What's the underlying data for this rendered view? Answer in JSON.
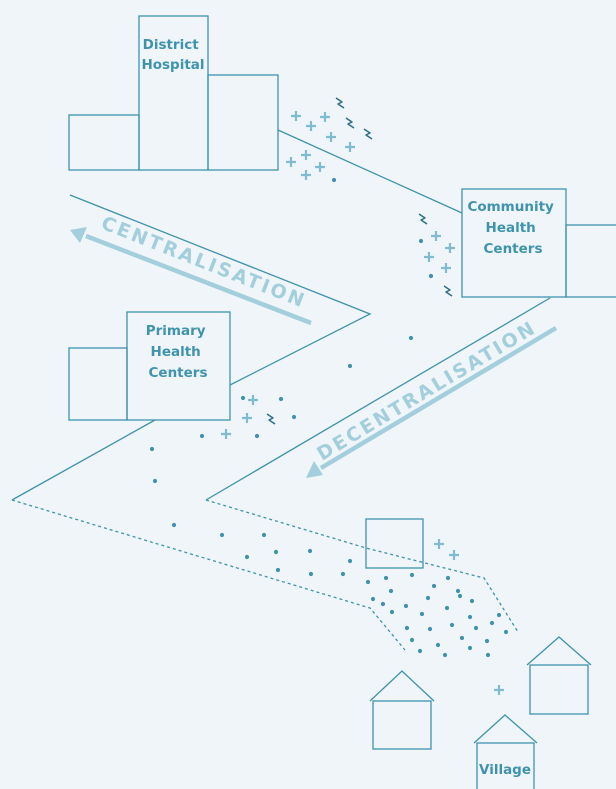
{
  "labels": {
    "district_hospital": [
      "District",
      "Hospital"
    ],
    "community_health_centers": [
      "Community",
      "Health",
      "Centers"
    ],
    "primary_health_centers": [
      "Primary",
      "Health",
      "Centers"
    ],
    "village": "Village"
  },
  "arrows": {
    "centralisation": "CENTRALISATION",
    "decentralisation": "DECENTRALISATION"
  },
  "colors": {
    "background": "#eff5f8",
    "line": "#3f93ad",
    "label": "#3f93ad",
    "arrow": "#a3cedc",
    "dot": "#3f93ad",
    "cross": "#7fbcd2",
    "bolt": "#2d6f87"
  }
}
